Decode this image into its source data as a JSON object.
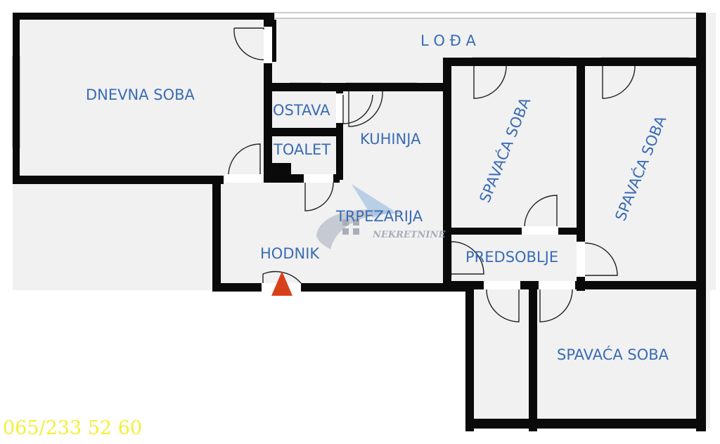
{
  "plan": {
    "background_color": "#f1f1f1",
    "wall_color": "#0a0a0a",
    "label_color": "#3a6cb5",
    "entrance_marker_color": "#d8401b",
    "rooms": {
      "dnevna_soba": "DNEVNA SOBA",
      "lodja": "L O Đ A",
      "ostava": "OSTAVA",
      "toalet": "TOALET",
      "kuhinja": "KUHINJA",
      "trpezarija": "TRPEZARIJA",
      "hodnik": "HODNIK",
      "spavaca_soba_1": "SPAVAĆA SOBA",
      "spavaca_soba_2": "SPAVAĆA SOBA",
      "predsoblje": "PREDSOBLJE",
      "spavaca_soba_3": "SPAVAĆA SOBA"
    },
    "watermark": {
      "text": "NEKRETNINE",
      "color": "#a8adb8"
    },
    "phone": {
      "text": "065/233 52 60",
      "color": "#f4ef3a"
    }
  }
}
